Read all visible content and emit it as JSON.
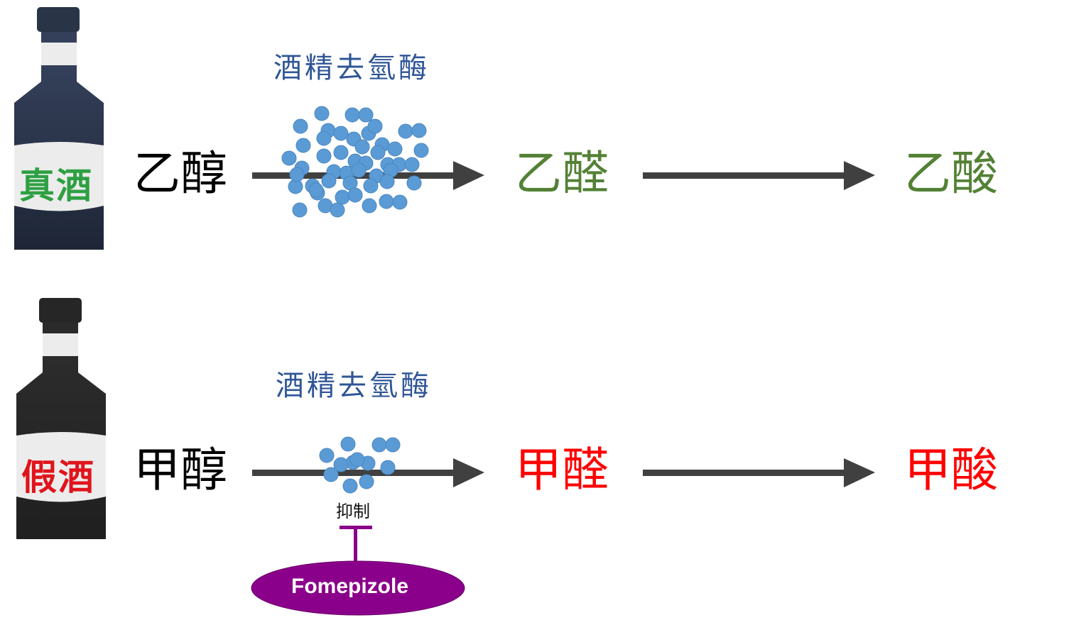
{
  "rows": [
    {
      "bottle_label": "真酒",
      "bottle_label_color": "#2ea043",
      "bottle_color": "#2a3447",
      "substrate": "乙醇",
      "enzyme": "酒精去氫酶",
      "enzyme_amount": "many",
      "intermediate": "乙醛",
      "product": "乙酸",
      "product_color": "#538135"
    },
    {
      "bottle_label": "假酒",
      "bottle_label_color": "#e0141c",
      "bottle_color": "#262626",
      "substrate": "甲醇",
      "enzyme": "酒精去氫酶",
      "enzyme_amount": "few",
      "intermediate": "甲醛",
      "product": "甲酸",
      "product_color": "#ff0000",
      "inhibition_label": "抑制",
      "inhibitor": "Fomepizole",
      "inhibitor_color": "#8b008b"
    }
  ],
  "colors": {
    "arrow": "#404040",
    "enzyme_dot": "#5b9bd5",
    "enzyme_text": "#2f5597",
    "substrate_text": "#000000"
  }
}
